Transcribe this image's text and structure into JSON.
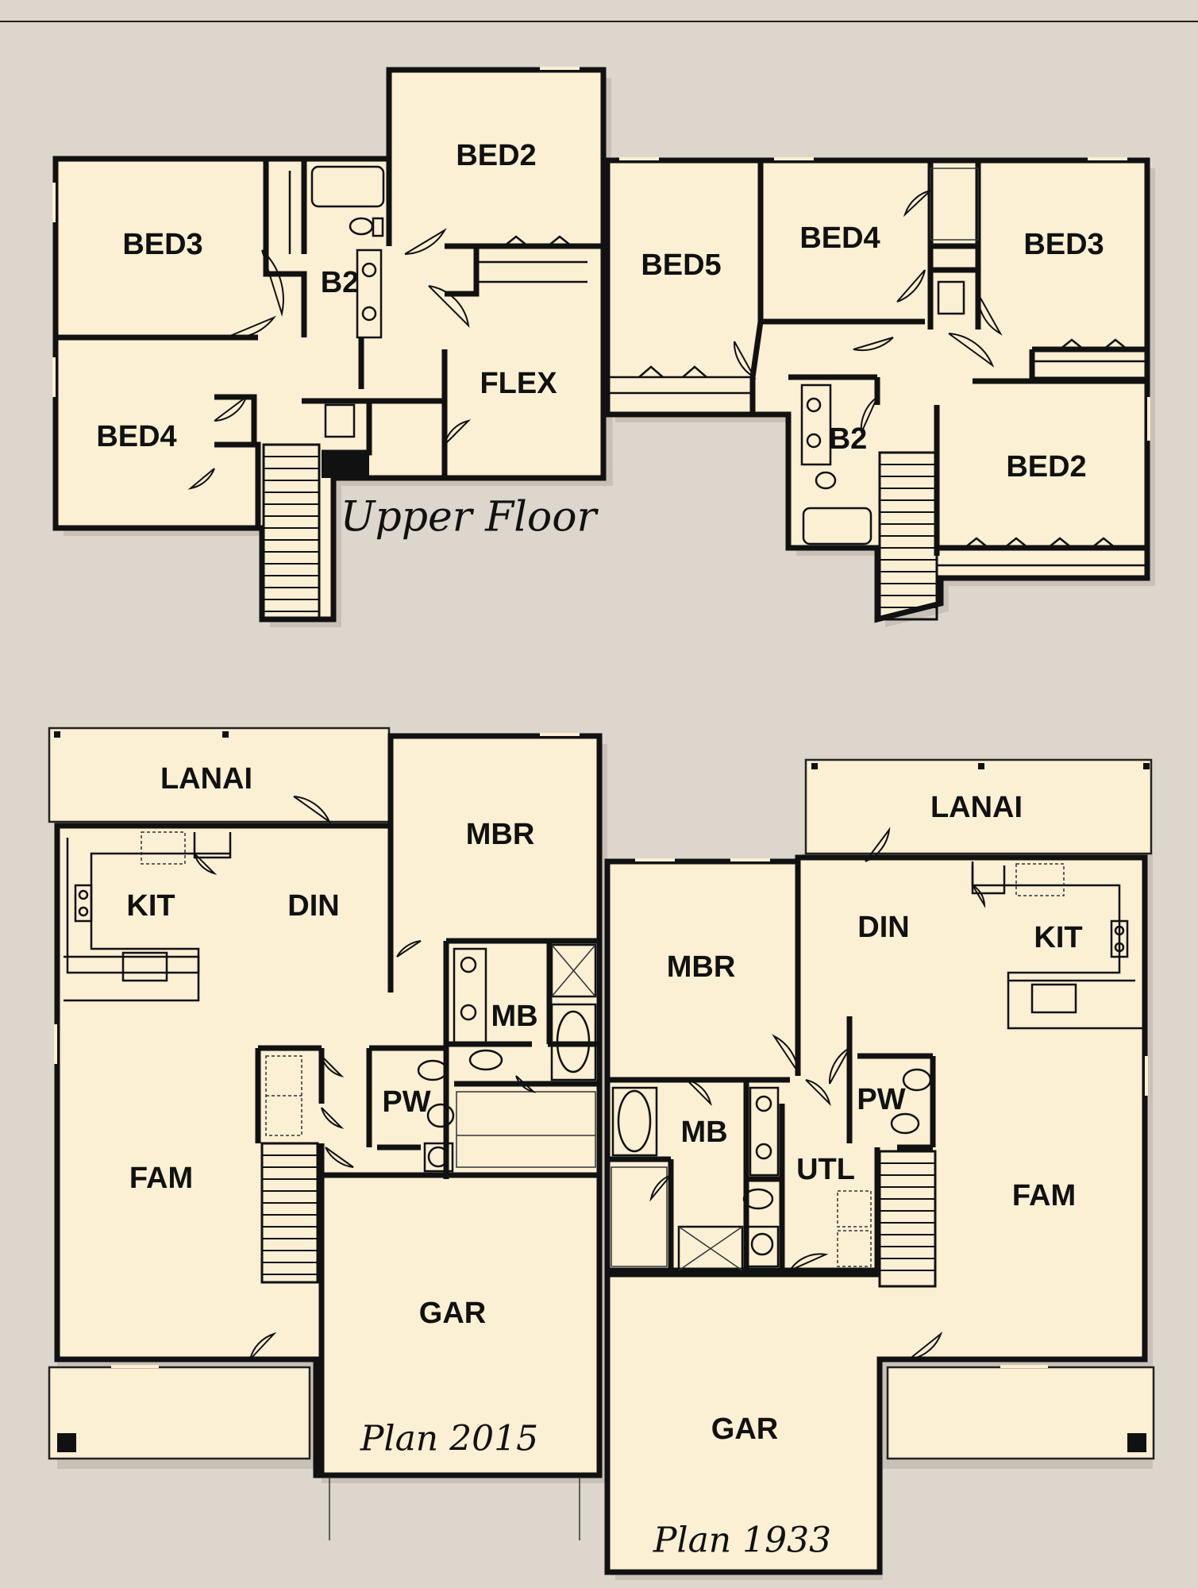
{
  "upper_floor": {
    "caption": "Upper Floor",
    "plan_2015_rooms": [
      "BED3",
      "B2",
      "BED2",
      "BED4",
      "FLEX"
    ],
    "plan_1933_rooms": [
      "BED5",
      "BED4",
      "BED3",
      "B2",
      "BED2"
    ]
  },
  "main_floor": {
    "plan_2015": {
      "caption": "Plan 2015",
      "rooms": [
        "LANAI",
        "KIT",
        "DIN",
        "MBR",
        "MB",
        "PW",
        "FAM",
        "GAR"
      ]
    },
    "plan_1933": {
      "caption": "Plan 1933",
      "rooms": [
        "LANAI",
        "DIN",
        "KIT",
        "MBR",
        "MB",
        "PW",
        "UTL",
        "FAM",
        "GAR"
      ]
    }
  },
  "colors": {
    "background": "#dcd6cc",
    "floor": "#fbefd4",
    "wall": "#111111"
  }
}
